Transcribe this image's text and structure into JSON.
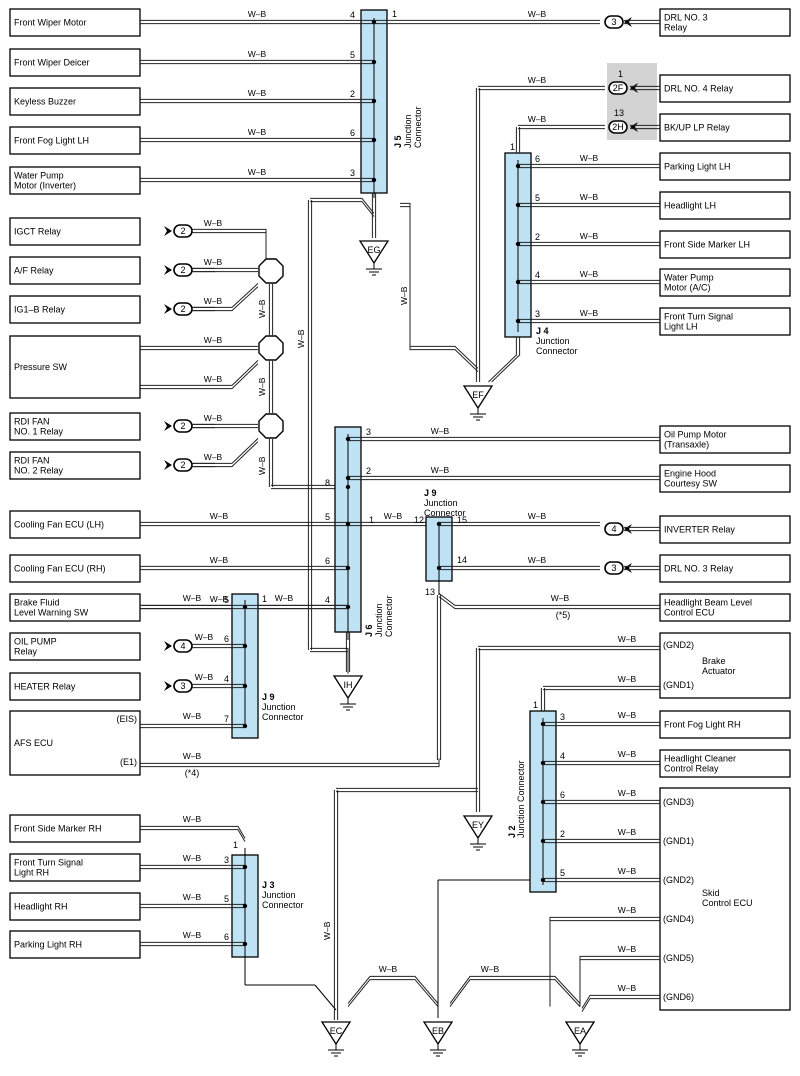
{
  "wire_color": "W–B",
  "left_boxes": [
    {
      "id": "lb1",
      "label": "Front Wiper Motor"
    },
    {
      "id": "lb2",
      "label": "Front Wiper Deicer"
    },
    {
      "id": "lb3",
      "label": "Keyless Buzzer"
    },
    {
      "id": "lb4",
      "label": "Front Fog Light LH"
    },
    {
      "id": "lb5",
      "label": "Water Pump\nMotor (Inverter)"
    },
    {
      "id": "lb6",
      "label": "IGCT Relay"
    },
    {
      "id": "lb7",
      "label": "A/F Relay"
    },
    {
      "id": "lb8",
      "label": "IG1–B Relay"
    },
    {
      "id": "lb9",
      "label": "Pressure SW"
    },
    {
      "id": "lb10",
      "label": "RDI FAN\nNO. 1 Relay"
    },
    {
      "id": "lb11",
      "label": "RDI FAN\nNO. 2 Relay"
    },
    {
      "id": "lb12",
      "label": "Cooling Fan ECU (LH)"
    },
    {
      "id": "lb13",
      "label": "Cooling Fan ECU (RH)"
    },
    {
      "id": "lb14",
      "label": "Brake Fluid\nLevel Warning SW"
    },
    {
      "id": "lb15",
      "label": "OIL PUMP\nRelay"
    },
    {
      "id": "lb16",
      "label": "HEATER Relay"
    },
    {
      "id": "lb17",
      "label": "AFS ECU"
    },
    {
      "id": "lb18",
      "label": "Front Side Marker RH"
    },
    {
      "id": "lb19",
      "label": "Front Turn Signal\nLight RH"
    },
    {
      "id": "lb20",
      "label": "Headlight RH"
    },
    {
      "id": "lb21",
      "label": "Parking Light RH"
    }
  ],
  "right_boxes": [
    {
      "id": "rb1",
      "label": "DRL NO. 3\nRelay"
    },
    {
      "id": "rb2",
      "label": "DRL NO. 4 Relay"
    },
    {
      "id": "rb3",
      "label": "BK/UP LP Relay"
    },
    {
      "id": "rb4",
      "label": "Parking Light LH"
    },
    {
      "id": "rb5",
      "label": "Headlight LH"
    },
    {
      "id": "rb6",
      "label": "Front Side Marker LH"
    },
    {
      "id": "rb7",
      "label": "Water Pump\nMotor (A/C)"
    },
    {
      "id": "rb8",
      "label": "Front Turn Signal\nLight LH"
    },
    {
      "id": "rb9",
      "label": "Oil Pump Motor\n(Transaxle)"
    },
    {
      "id": "rb10",
      "label": "Engine Hood\nCourtesy SW"
    },
    {
      "id": "rb11",
      "label": "INVERTER Relay"
    },
    {
      "id": "rb12",
      "label": "DRL NO. 3 Relay"
    },
    {
      "id": "rb13",
      "label": "Headlight Beam Level\nControl ECU"
    },
    {
      "id": "rb14",
      "label": "Front Fog Light RH"
    },
    {
      "id": "rb15",
      "label": "Headlight Cleaner\nControl Relay"
    }
  ],
  "brake_actuator": {
    "label": "Brake\nActuator",
    "pins": [
      "(GND2)",
      "(GND1)"
    ]
  },
  "skid_ecu": {
    "label": "Skid\nControl ECU",
    "pins": [
      "(GND3)",
      "(GND1)",
      "(GND2)",
      "(GND4)",
      "(GND5)",
      "(GND6)"
    ]
  },
  "afs_pins": [
    "(EIS)",
    "(E1)"
  ],
  "notes": [
    "(*4)",
    "(*5)"
  ],
  "junctions": {
    "J5": {
      "name": "J 5",
      "sub": "Junction\nConnector"
    },
    "J4": {
      "name": "J 4",
      "sub": "Junction\nConnector"
    },
    "J6": {
      "name": "J 6",
      "sub": "Junction\nConnector"
    },
    "J9a": {
      "name": "J 9",
      "sub": "Junction\nConnector"
    },
    "J9b": {
      "name": "J 9",
      "sub": "Junction\nConnector"
    },
    "J2": {
      "name": "J 2",
      "sub": "Junction Connector"
    },
    "J3": {
      "name": "J 3",
      "sub": "Junction\nConnector"
    }
  },
  "grounds": [
    "EG",
    "EF",
    "IH",
    "EY",
    "EC",
    "EB",
    "EA"
  ],
  "connectors": {
    "c2F": "2F",
    "c2H": "2H",
    "pin1": "1",
    "pin13": "13"
  }
}
